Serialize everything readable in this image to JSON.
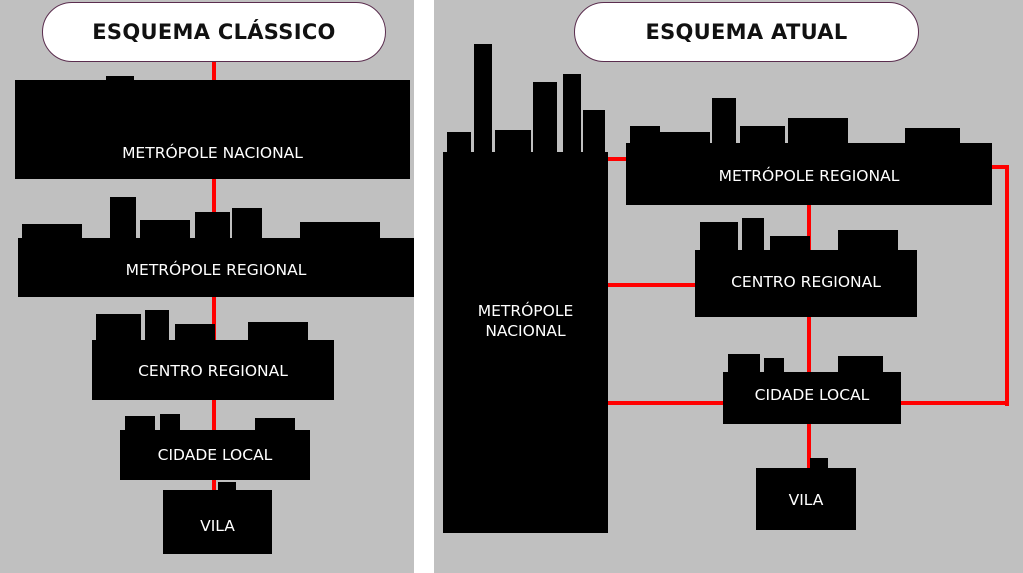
{
  "left_panel": {
    "title": "ESQUEMA CLÁSSICO",
    "levels": [
      "METRÓPOLE NACIONAL",
      "METRÓPOLE  REGIONAL",
      "CENTRO  REGIONAL",
      "CIDADE LOCAL",
      "VILA"
    ]
  },
  "right_panel": {
    "title": "ESQUEMA ATUAL",
    "nodes": {
      "metropole_nacional": "METRÓPOLE NACIONAL",
      "metropole_regional": "METRÓPOLE  REGIONAL",
      "centro_regional": "CENTRO  REGIONAL",
      "cidade_local": "CIDADE LOCAL",
      "vila": "VILA"
    }
  },
  "colors": {
    "background": "#c0c0c0",
    "connector": "#ff0000",
    "block": "#000000",
    "title_border": "#5a2d4e"
  }
}
